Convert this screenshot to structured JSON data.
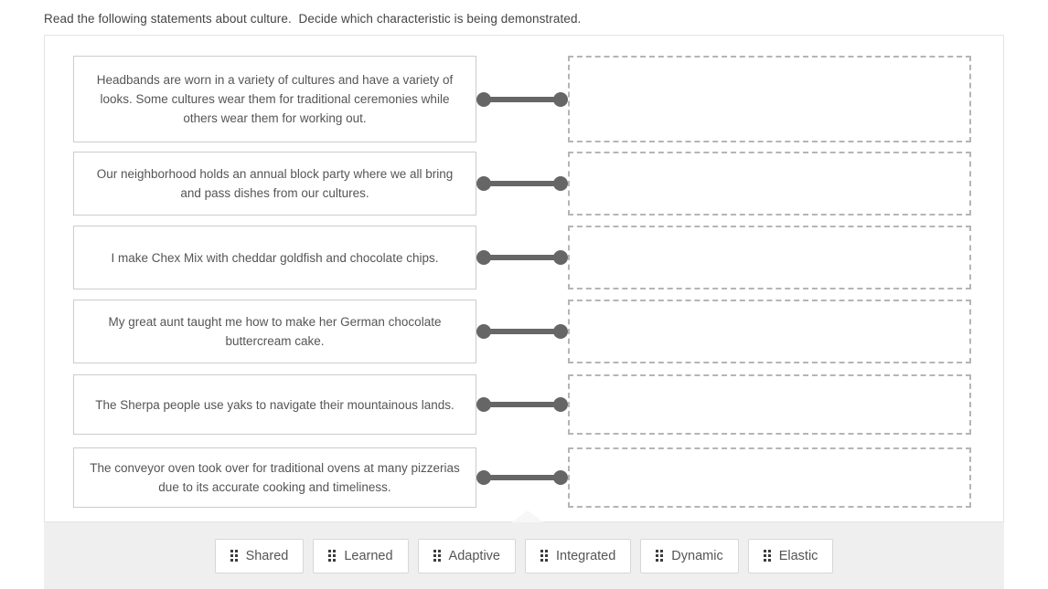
{
  "instruction": "Read the following statements about culture.  Decide which characteristic is being demonstrated.",
  "colors": {
    "page_background": "#ffffff",
    "panel_border": "#e4e4e4",
    "card_border": "#cccccc",
    "card_text": "#555555",
    "connector": "#666666",
    "dropzone_border": "#b5b5b5",
    "tray_background": "#efefef",
    "token_border": "#d7d7d7",
    "grip_dot": "#3c3c3c"
  },
  "rows": [
    {
      "statement": "Headbands are worn in a variety of cultures and have a variety of looks.  Some cultures wear them for traditional ceremonies while others wear them for working out.",
      "connector_icon": "link-connector",
      "dropzone_value": ""
    },
    {
      "statement": "Our neighborhood holds an annual block party where we all bring and pass dishes from our cultures.",
      "connector_icon": "link-connector",
      "dropzone_value": ""
    },
    {
      "statement": "I make Chex Mix with cheddar goldfish and chocolate chips.",
      "connector_icon": "link-connector",
      "dropzone_value": ""
    },
    {
      "statement": "My great aunt taught me how to make her German chocolate buttercream cake.",
      "connector_icon": "link-connector",
      "dropzone_value": ""
    },
    {
      "statement": "The Sherpa people use yaks to navigate their mountainous lands.",
      "connector_icon": "link-connector",
      "dropzone_value": ""
    },
    {
      "statement": "The conveyor oven took over for traditional ovens at many pizzerias due to its accurate cooking and timeliness.",
      "connector_icon": "link-connector",
      "dropzone_value": ""
    }
  ],
  "tray": {
    "handle_icon": "drag-handle-icon",
    "tokens": [
      {
        "label": "Shared"
      },
      {
        "label": "Learned"
      },
      {
        "label": "Adaptive"
      },
      {
        "label": "Integrated"
      },
      {
        "label": "Dynamic"
      },
      {
        "label": "Elastic"
      }
    ]
  }
}
